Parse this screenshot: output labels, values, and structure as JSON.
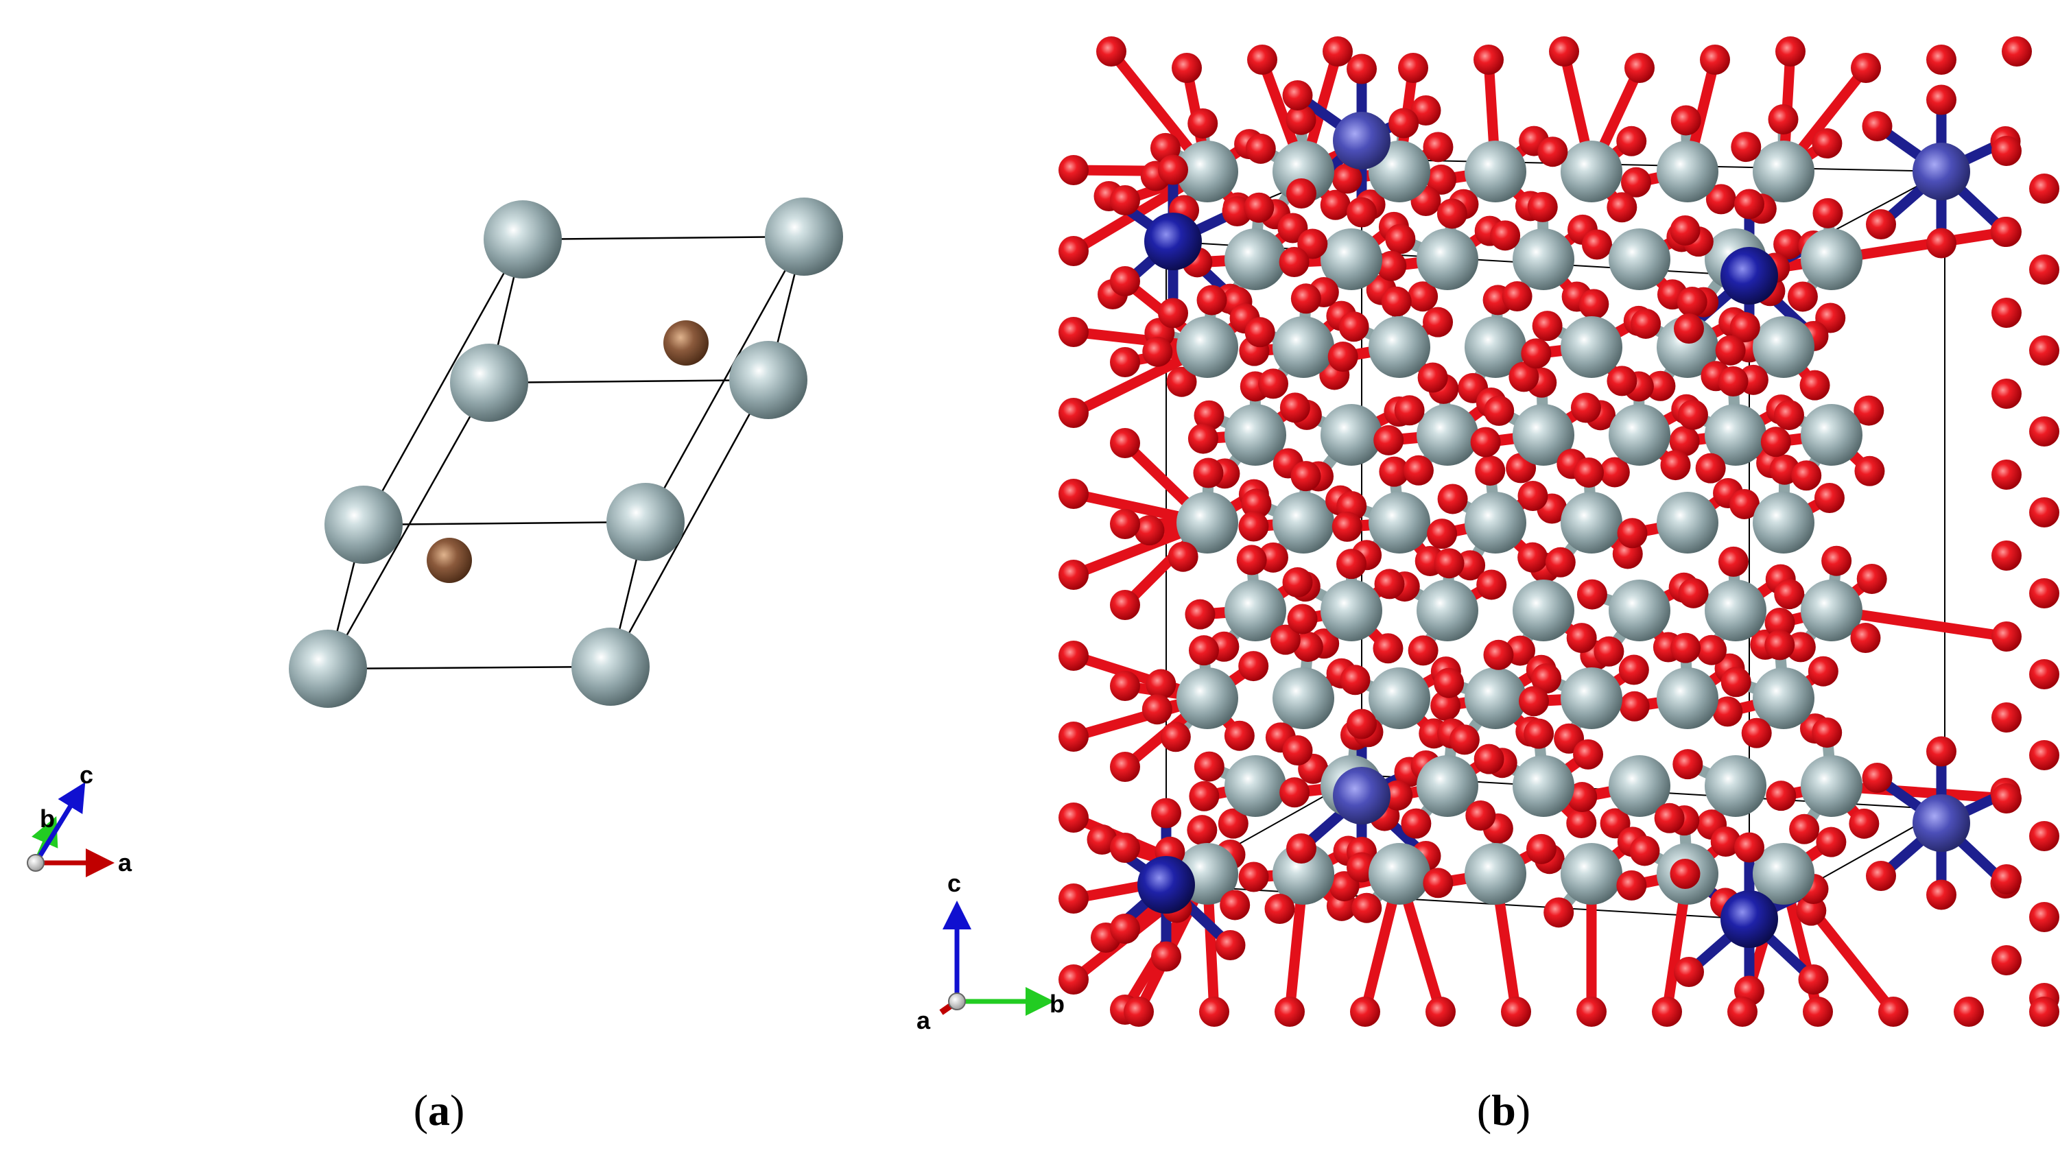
{
  "panels": [
    {
      "id": "a",
      "label_open": "(",
      "label_letter": "a",
      "label_close": ")"
    },
    {
      "id": "b",
      "label_open": "(",
      "label_letter": "b",
      "label_close": ")"
    }
  ],
  "axes_a": {
    "x": "a",
    "y": "b",
    "z": "c"
  },
  "axes_b": {
    "x": "a",
    "y": "b",
    "z": "c"
  },
  "colors": {
    "metal_atom": "#8fa3a8",
    "dopant_atom": "#8b5a3c",
    "oxygen_atom": "#e3101a",
    "blue_atom": "#1d1f8f",
    "bond_metal": "#8ea4a6",
    "bond_blue": "#1d1f8f",
    "axis_a": "#c00000",
    "axis_b": "#22cc22",
    "axis_c": "#1010d0",
    "cell_line": "#000000"
  }
}
